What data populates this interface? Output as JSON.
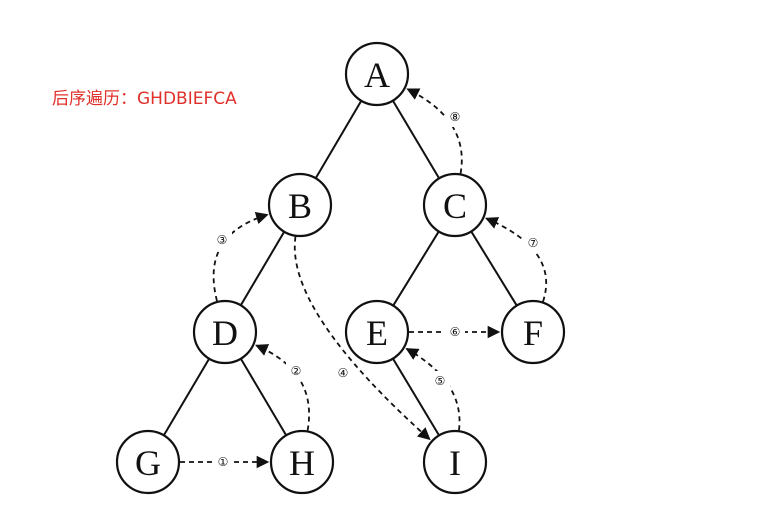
{
  "caption": "后序遍历：GHDBIEFCA",
  "nodes": [
    {
      "id": "A",
      "label": "A"
    },
    {
      "id": "B",
      "label": "B"
    },
    {
      "id": "C",
      "label": "C"
    },
    {
      "id": "D",
      "label": "D"
    },
    {
      "id": "E",
      "label": "E"
    },
    {
      "id": "F",
      "label": "F"
    },
    {
      "id": "G",
      "label": "G"
    },
    {
      "id": "H",
      "label": "H"
    },
    {
      "id": "I",
      "label": "I"
    }
  ],
  "edges": [
    {
      "from": "A",
      "to": "B"
    },
    {
      "from": "A",
      "to": "C"
    },
    {
      "from": "B",
      "to": "D"
    },
    {
      "from": "C",
      "to": "E"
    },
    {
      "from": "C",
      "to": "F"
    },
    {
      "from": "D",
      "to": "G"
    },
    {
      "from": "D",
      "to": "H"
    },
    {
      "from": "E",
      "to": "I"
    }
  ],
  "threads": [
    {
      "step": "①",
      "from": "G",
      "to": "H"
    },
    {
      "step": "②",
      "from": "H",
      "to": "D"
    },
    {
      "step": "③",
      "from": "D",
      "to": "B"
    },
    {
      "step": "④",
      "from": "B",
      "to": "I"
    },
    {
      "step": "⑤",
      "from": "I",
      "to": "E"
    },
    {
      "step": "⑥",
      "from": "E",
      "to": "F"
    },
    {
      "step": "⑦",
      "from": "F",
      "to": "C"
    },
    {
      "step": "⑧",
      "from": "C",
      "to": "A"
    }
  ]
}
